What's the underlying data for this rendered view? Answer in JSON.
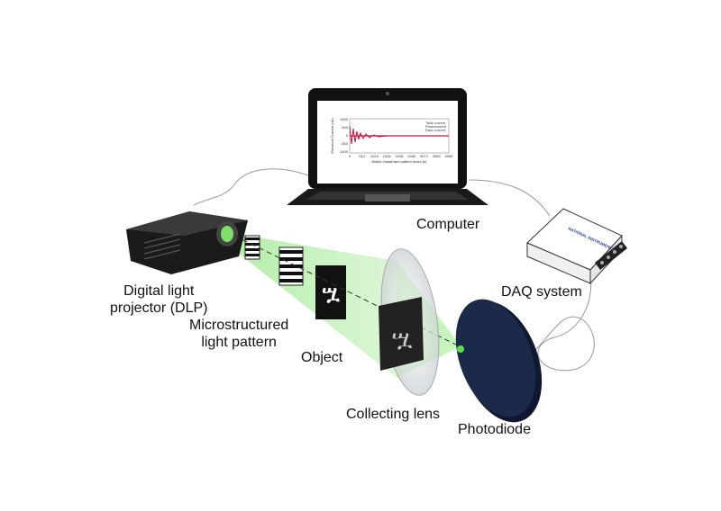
{
  "labels": {
    "computer": "Computer",
    "daq": "DAQ system",
    "dlp_line1": "Digital light",
    "dlp_line2": "projector (DLP)",
    "pattern_line1": "Microstructured",
    "pattern_line2": "light pattern",
    "object": "Object",
    "lens": "Collecting lens",
    "photodiode": "Photodiode"
  },
  "daq_brand": "NATIONAL INSTRUMENTS",
  "screen_plot": {
    "ylabel": "Electrical Current (nA)",
    "xlabel": "Walsh-Hadamard pattern index (k)",
    "yticks": [
      "1000",
      "500",
      "0",
      "-500",
      "-1000"
    ],
    "xticks": [
      "0",
      "512",
      "1024",
      "1536",
      "2048",
      "2560",
      "3072",
      "3584",
      "4096"
    ],
    "legend": [
      "Total current",
      "Photocurrent",
      "Dark current"
    ]
  },
  "colors": {
    "light": "#7ee06a",
    "photodiode": "#1c2a4a",
    "signal": "#c0143c",
    "device": "#111111"
  }
}
